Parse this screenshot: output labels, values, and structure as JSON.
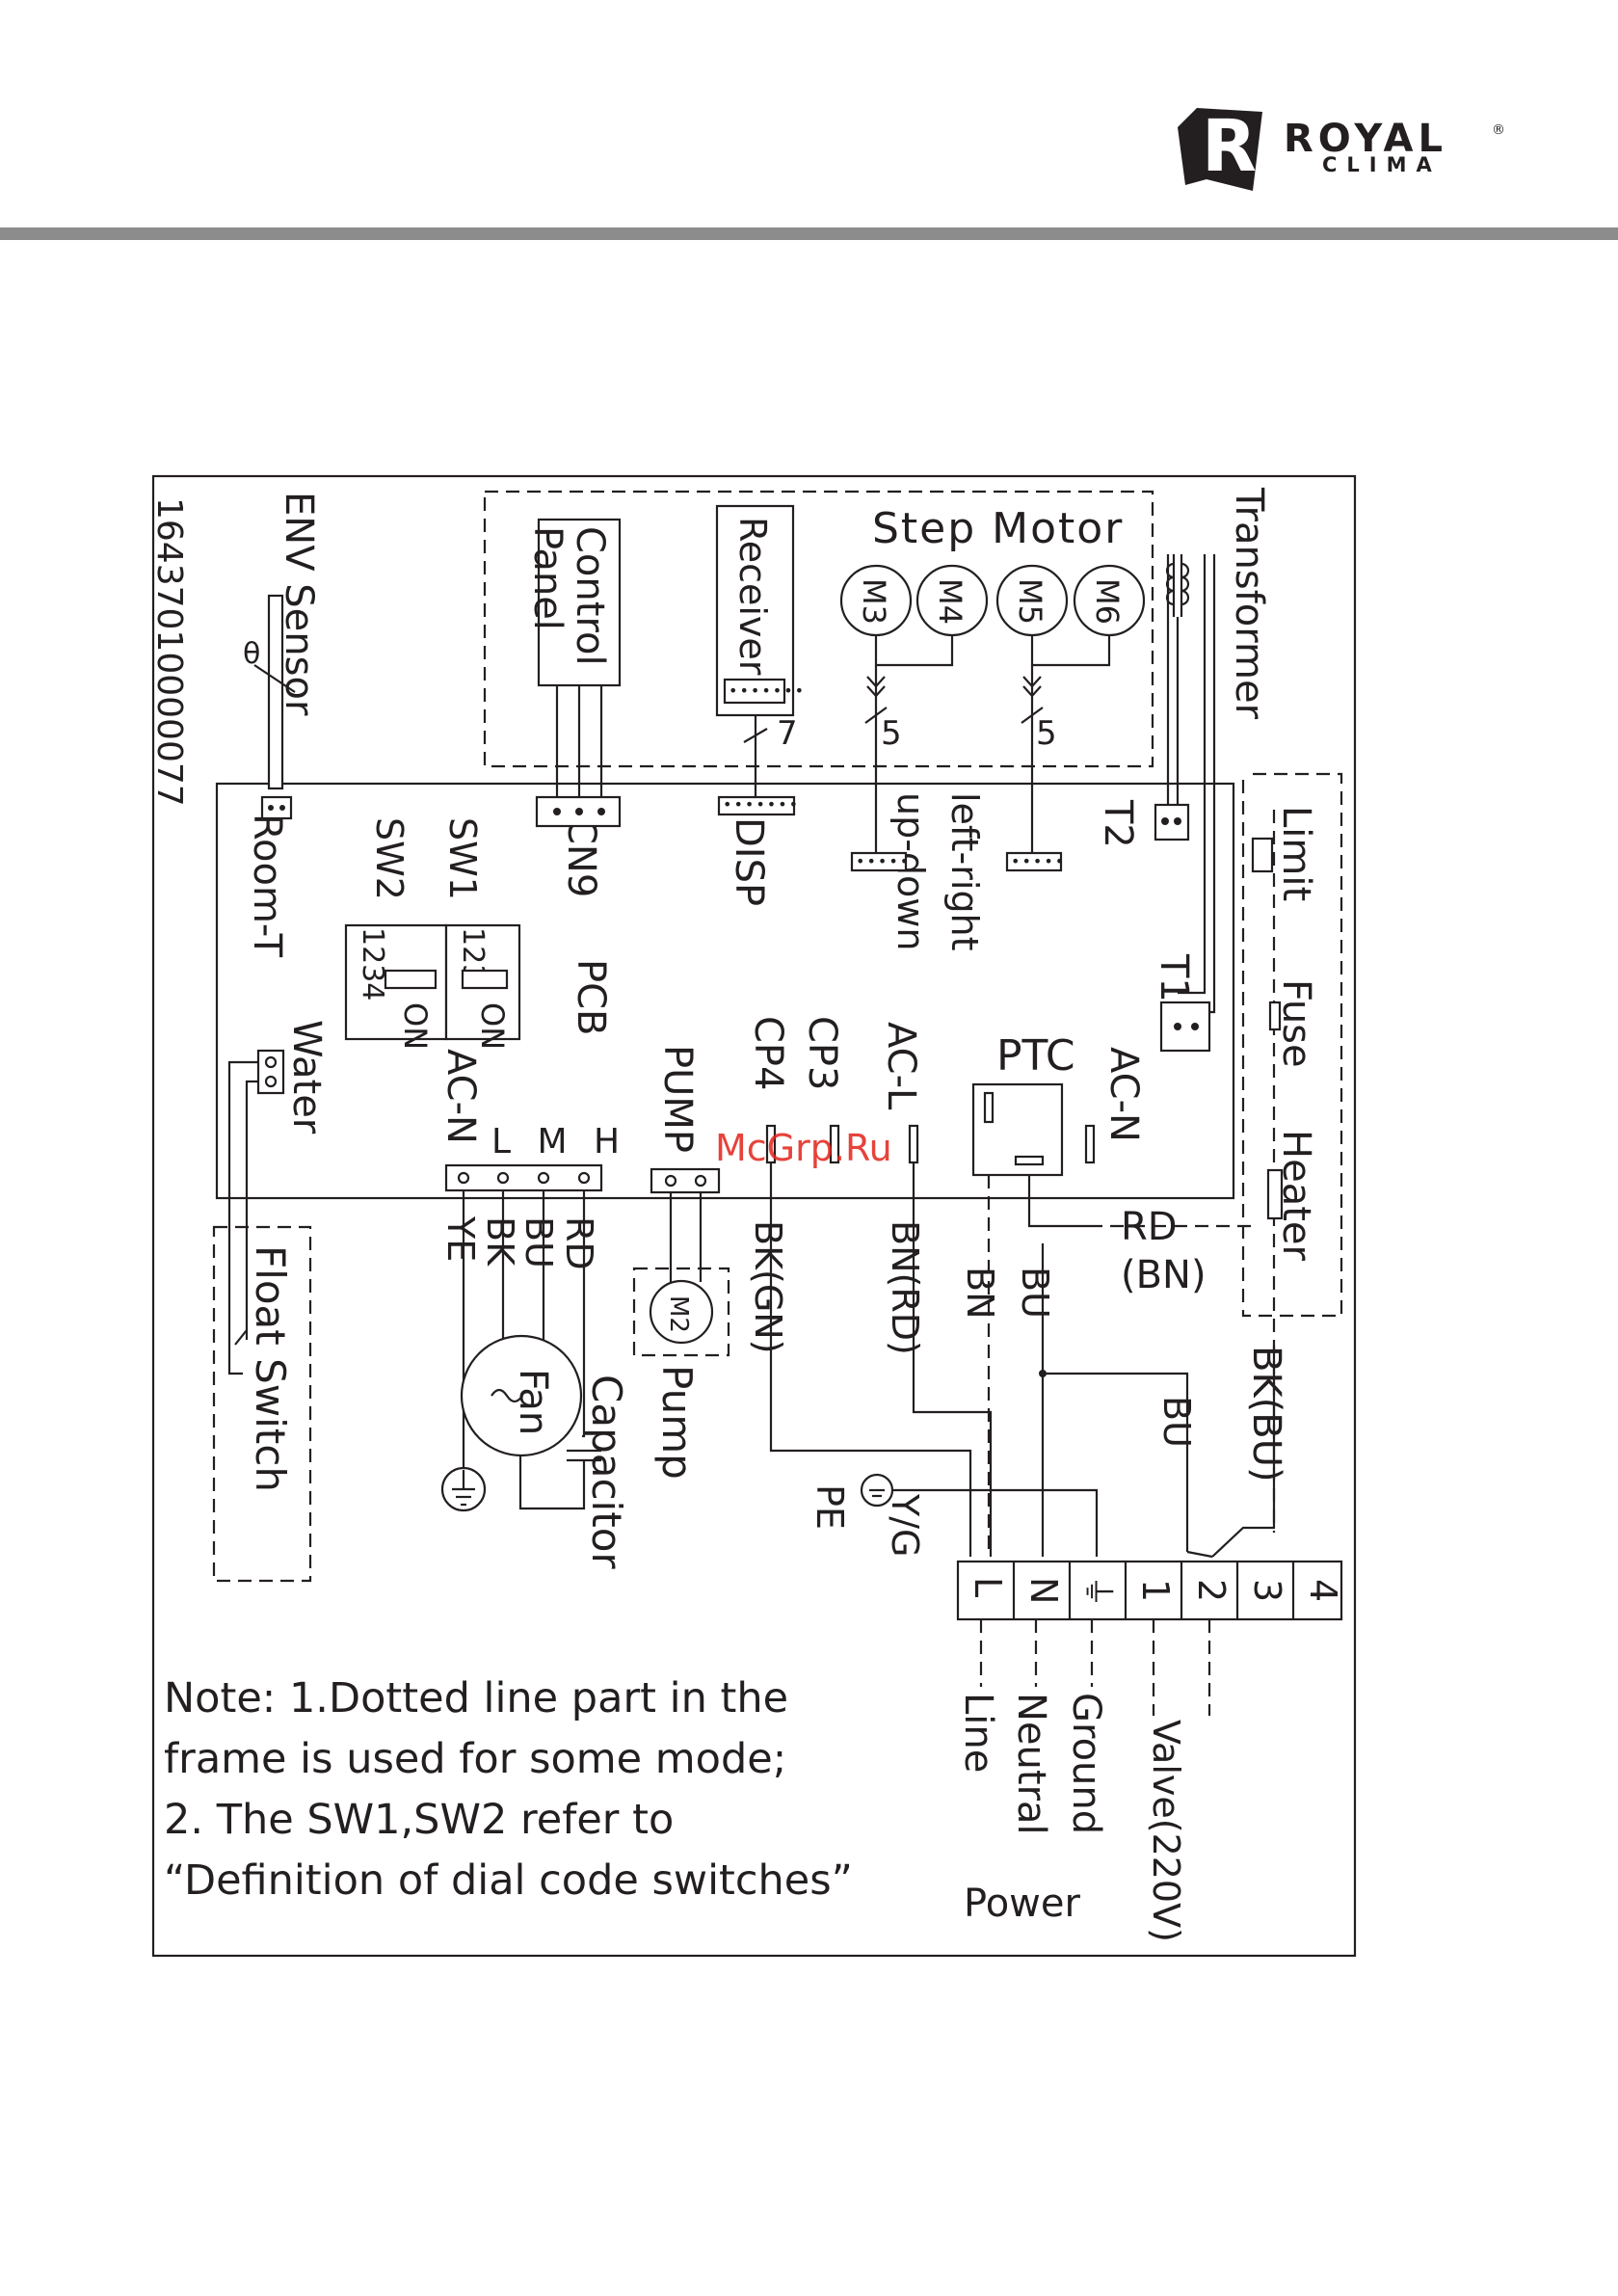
{
  "brand": {
    "name": "ROYAL",
    "sub": "CLIMA",
    "registered": "®",
    "logo_letter": "R"
  },
  "watermark": "McGrp.Ru",
  "diagram": {
    "code": "16437010000077",
    "components": {
      "env_sensor": "ENV Sensor",
      "theta": "θ",
      "control_panel_1": "Control",
      "control_panel_2": "Panel",
      "receiver": "Receiver",
      "step_motor": "Step Motor",
      "motors": [
        "M3",
        "M4",
        "M5",
        "M6"
      ],
      "transformer": "Transformer",
      "limit": "Limit",
      "fuse": "Fuse",
      "heater": "Heater",
      "ptc": "PTC",
      "pcb": "PCB",
      "fan": "Fan",
      "capacitor": "Capacitor",
      "pump_motor": "M2",
      "pump": "Pump",
      "float_switch": "Float Switch",
      "power": "Power"
    },
    "connectors": {
      "cn9": "CN9",
      "disp": "DISP",
      "room_t": "Room-T",
      "water": "Water",
      "sw1": "SW1",
      "sw2": "SW2",
      "sw1_digits": "123",
      "sw2_digits": "1234",
      "on": "ON",
      "updown": "up-down",
      "leftright": "left-right",
      "t1": "T1",
      "t2": "T2",
      "pump": "PUMP",
      "cp3": "CP3",
      "cp4": "CP4",
      "acl": "AC-L",
      "acn_pcb": "AC-N",
      "acn_fan": "AC-N",
      "lmh": "L M H"
    },
    "wires": {
      "bus7": "7",
      "bus5a": "5",
      "bus5b": "5",
      "ye": "YE",
      "bk": "BK",
      "bu_fan": "BU",
      "rd_fan": "RD",
      "bkgn": "BK(GN)",
      "bnrd": "BN(RD)",
      "bn": "BN",
      "bu_mid": "BU",
      "rd": "RD",
      "bn_paren": "(BN)",
      "bkbu": "BK(BU)",
      "bu_right": "BU",
      "yg": "Y/G",
      "pe": "PE"
    },
    "terminals": [
      "L",
      "N",
      "⏚",
      "1",
      "2",
      "3",
      "4"
    ],
    "outputs": {
      "line": "Line",
      "neutral": "Neutral",
      "ground": "Ground",
      "valve": "Valve(220V)"
    },
    "note": [
      "Note: 1.Dotted line part in the",
      "frame is used for some mode;",
      "2. The SW1,SW2 refer to",
      "“Definition of dial code switches”"
    ]
  }
}
